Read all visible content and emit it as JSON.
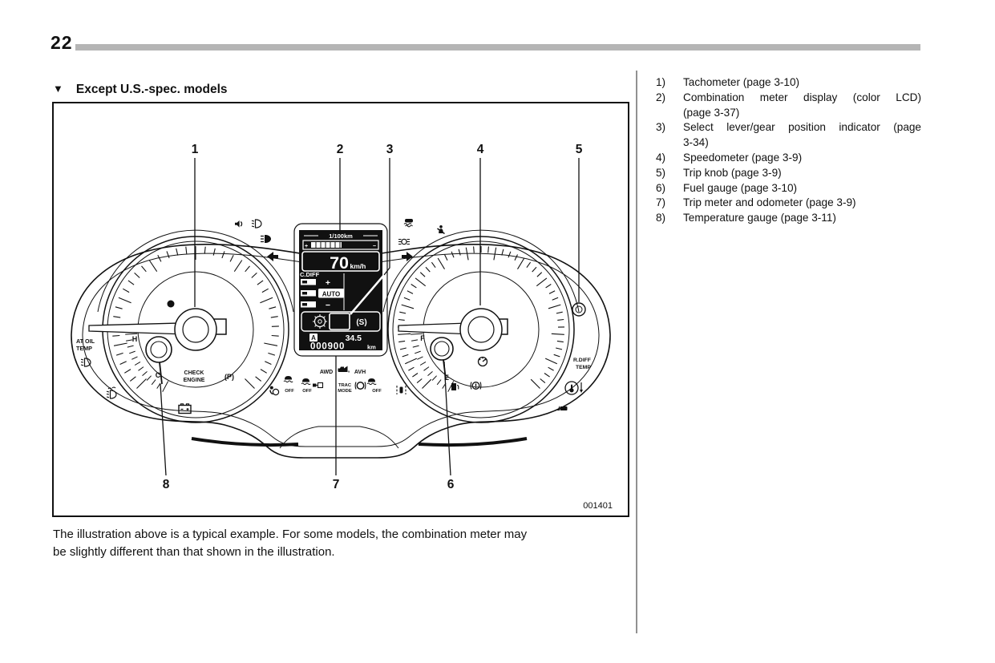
{
  "header": {
    "page_number": "22",
    "marker": "▼",
    "title": "Except U.S.-spec. models"
  },
  "caption": {
    "lines": [
      "The illustration above is a typical example. For some models, the combination meter may",
      "be slightly different than that shown in the illustration."
    ]
  },
  "legend": {
    "items": [
      {
        "num": "1)",
        "lines": [
          "Tachometer (page 3-10)"
        ]
      },
      {
        "num": "2)",
        "lines": [
          "Combination meter display (color LCD)",
          "(page 3-37)"
        ]
      },
      {
        "num": "3)",
        "lines": [
          "Select lever/gear position indicator (page",
          "3-34)"
        ]
      },
      {
        "num": "4)",
        "lines": [
          "Speedometer (page 3-9)"
        ]
      },
      {
        "num": "5)",
        "lines": [
          "Trip knob (page 3-9)"
        ]
      },
      {
        "num": "6)",
        "lines": [
          "Fuel gauge (page 3-10)"
        ]
      },
      {
        "num": "7)",
        "lines": [
          "Trip meter and odometer (page 3-9)"
        ]
      },
      {
        "num": "8)",
        "lines": [
          "Temperature gauge (page 3-11)"
        ]
      }
    ]
  },
  "illustration": {
    "figure_code": "001401",
    "callouts": [
      "1",
      "2",
      "3",
      "4",
      "5",
      "6",
      "7",
      "8"
    ],
    "lcd": {
      "consumption_label": "1/100km",
      "plus": "+",
      "minus": "−",
      "speed_value": "70",
      "speed_unit": "km/h",
      "cdiff_label": "C.DIFF",
      "auto_label": "AUTO",
      "gear_indicator": "(S)",
      "trip_label": "A",
      "trip_value": "34.5",
      "odometer_value": "000900",
      "odometer_unit": "km"
    },
    "labels": {
      "at_oil_temp_line1": "AT OIL",
      "at_oil_temp_line2": "TEMP",
      "temp_high": "H",
      "temp_low": "C",
      "check_engine_line1": "CHECK",
      "check_engine_line2": "ENGINE",
      "parking_brake": "(P)",
      "fuel_full": "F",
      "fuel_empty": "E",
      "awd": "AWD",
      "avh": "AVH",
      "trac_line1": "TRAC",
      "trac_line2": "MODE",
      "off": "OFF",
      "rdiff_temp_line1": "R.DIFF",
      "rdiff_temp_line2": "TEMP"
    }
  }
}
